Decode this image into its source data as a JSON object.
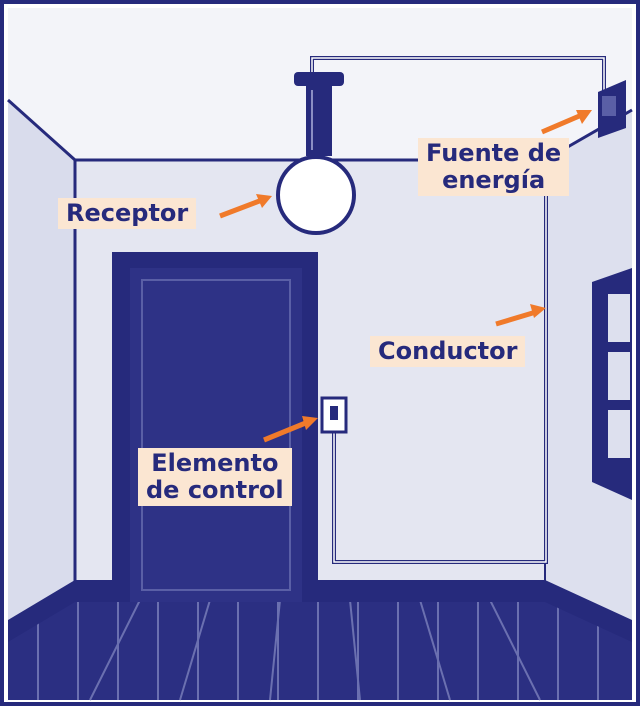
{
  "labels": {
    "fuente_line1": "Fuente de",
    "fuente_line2": "energía",
    "receptor": "Receptor",
    "conductor": "Conductor",
    "elemento_line1": "Elemento",
    "elemento_line2": "de control"
  },
  "colors": {
    "ink": "#262a7c",
    "label_bg": "#fbe6d2",
    "arrow": "#f07a2a",
    "wall": "#e4e6f1"
  }
}
